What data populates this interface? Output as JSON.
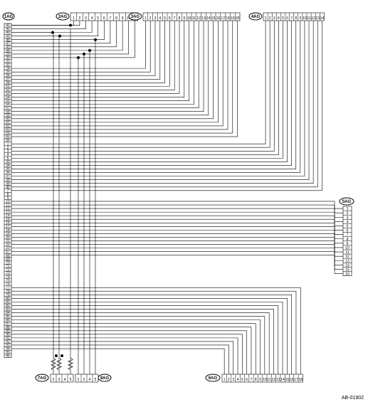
{
  "connectors": {
    "c1AG": {
      "label": "1AG",
      "pins": [
        "41",
        "42",
        "49",
        "50",
        "48",
        "47",
        "43",
        "44",
        "29",
        "30",
        "31",
        "32",
        "24",
        "25",
        "26",
        "27",
        "28",
        "51",
        "52",
        "53",
        "54",
        "55",
        "56",
        "57",
        "58",
        "59",
        "60",
        "61",
        "62",
        "63",
        "64",
        "65",
        "66",
        "1",
        "2",
        "3",
        "4",
        "5",
        "33",
        "34",
        "35",
        "36",
        "37",
        "38",
        "39",
        "40",
        "7",
        "8",
        "9",
        "10",
        "11",
        "12",
        "13",
        "14",
        "15",
        "16",
        "17",
        "18",
        "19",
        "20",
        "21",
        "22",
        "23",
        "67",
        "68",
        "69",
        "70",
        "71",
        "72",
        "73",
        "74",
        "75",
        "76",
        "77",
        "78",
        "79",
        "80",
        "81",
        "82",
        "83",
        "84",
        "85",
        "86",
        "87",
        "88",
        "89",
        "90",
        "91",
        "92",
        "93",
        "94",
        "95",
        "96"
      ]
    },
    "c2AG": {
      "label": "2AG",
      "pins": [
        "1",
        "2",
        "3",
        "4",
        "5",
        "6",
        "7",
        "8",
        "9",
        "10",
        "11"
      ]
    },
    "c3AG": {
      "label": "3AG",
      "pins": [
        "1",
        "2",
        "3",
        "4",
        "5",
        "6",
        "7",
        "8",
        "9",
        "10",
        "11",
        "12",
        "13",
        "14",
        "15",
        "16",
        "17",
        "18",
        "19",
        "20"
      ]
    },
    "c4AG": {
      "label": "4AG",
      "pins": [
        "1",
        "2",
        "3",
        "4",
        "5",
        "6",
        "7",
        "8",
        "9",
        "10",
        "11",
        "12",
        "13",
        "14"
      ]
    },
    "c5AG": {
      "label": "5AG",
      "pins": [
        "1",
        "2",
        "3",
        "4",
        "5",
        "6",
        "7",
        "8",
        "9",
        "10",
        "11",
        "12",
        "13",
        "14",
        "15",
        "16"
      ]
    },
    "c6AG": {
      "label": "6AG",
      "pins": [
        "1",
        "2",
        "3",
        "4",
        "5",
        "6",
        "7",
        "8",
        "9",
        "10",
        "11",
        "12",
        "13",
        "14",
        "15",
        "16",
        "17",
        "18"
      ]
    },
    "c7AG": {
      "label": "7AG",
      "pins": [
        "2",
        "3",
        "4",
        "5"
      ]
    },
    "c8AG": {
      "label": "8AG",
      "pins": [
        "2",
        "3",
        "4",
        "5"
      ]
    }
  },
  "caption": "AB-01902"
}
